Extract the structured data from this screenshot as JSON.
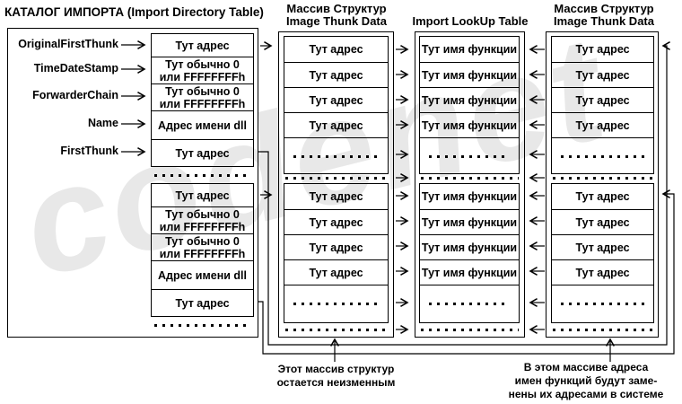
{
  "watermark": "codenet",
  "colors": {
    "line": "#000000",
    "background": "#ffffff",
    "watermark": "#b4b4b4"
  },
  "import_directory": {
    "title": "КАТАЛОГ ИМПОРТА (Import Directory Table)",
    "field_labels": [
      "OriginalFirstThunk",
      "TimeDateStamp",
      "ForwarderChain",
      "Name",
      "FirstThunk"
    ],
    "rows": [
      {
        "line1": "Тут адрес",
        "line2": ""
      },
      {
        "line1": "Тут обычно 0",
        "line2": "или FFFFFFFFh"
      },
      {
        "line1": "Тут обычно 0",
        "line2": "или FFFFFFFFh"
      },
      {
        "line1": "Адрес имени dll",
        "line2": ""
      },
      {
        "line1": "Тут адрес",
        "line2": ""
      }
    ]
  },
  "thunk_array_original": {
    "title_line1": "Массив Структур",
    "title_line2": "Image Thunk Data",
    "cell_text": "Тут адрес"
  },
  "import_lookup": {
    "title": "Import LookUp Table",
    "cell_text": "Тут имя функции"
  },
  "thunk_array_bound": {
    "title_line1": "Массив Структур",
    "title_line2": "Image Thunk Data",
    "cell_text": "Тут адрес"
  },
  "captions": {
    "unchanged_line1": "Этот массив структур",
    "unchanged_line2": "остается неизменным",
    "replaced_line1": "В этом массиве адреса",
    "replaced_line2": "имен функций будут заме-",
    "replaced_line3": "нены их адресами в системе"
  }
}
